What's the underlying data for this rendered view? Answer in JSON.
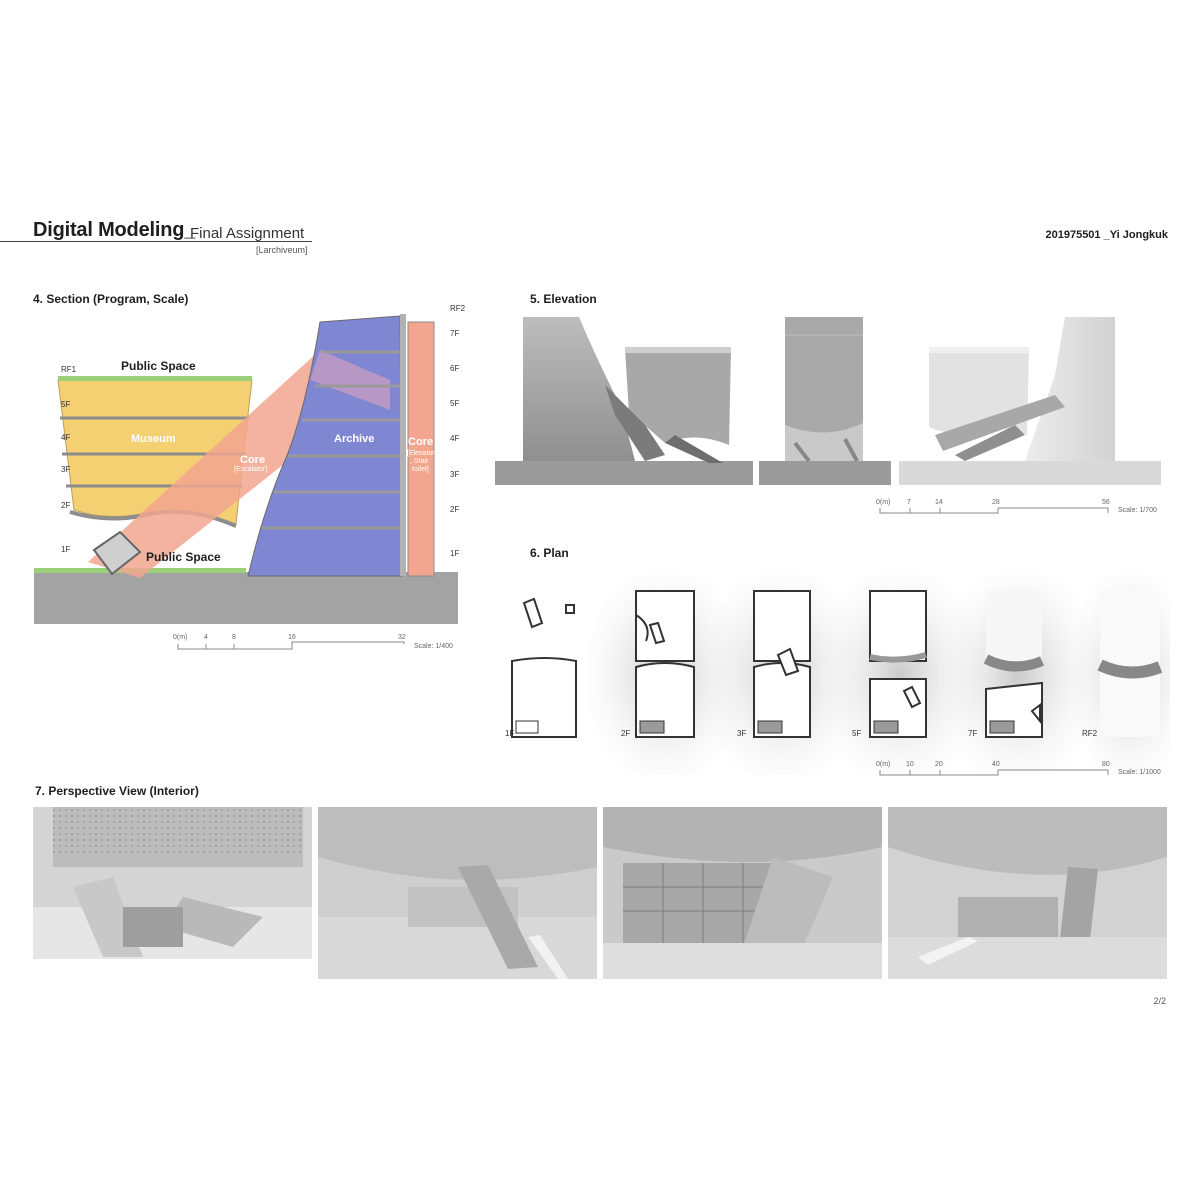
{
  "header": {
    "title": "Digital Modeling",
    "underscore": "_",
    "subtitle": "Final Assignment",
    "project": "[Larchiveum]",
    "author": "201975501 _Yi Jongkuk"
  },
  "section": {
    "heading": "4. Section (Program, Scale)",
    "labels": {
      "public_top": "Public Space",
      "museum": "Museum",
      "core_esc": "Core",
      "core_esc_sub": "[Escalator]",
      "archive": "Archive",
      "core_v": "Core",
      "core_v_sub1": "[Elevator",
      "core_v_sub2": ", Stair",
      "core_v_sub3": "toilet]",
      "public_bottom": "Public Space"
    },
    "left_levels": [
      "RF1",
      "5F",
      "4F",
      "3F",
      "2F",
      "1F"
    ],
    "right_levels": [
      "RF2",
      "7F",
      "6F",
      "5F",
      "4F",
      "3F",
      "2F",
      "1F"
    ],
    "scale_ticks": [
      "0(m)",
      "4",
      "8",
      "16",
      "32"
    ],
    "scale_label": "Scale: 1/400"
  },
  "elevation": {
    "heading": "5. Elevation",
    "scale_ticks": [
      "0(m)",
      "7",
      "14",
      "28",
      "56"
    ],
    "scale_label": "Scale: 1/700"
  },
  "plan": {
    "heading": "6. Plan",
    "floors": [
      "1F",
      "2F",
      "3F",
      "5F",
      "7F",
      "RF2"
    ],
    "scale_ticks": [
      "0(m)",
      "10",
      "20",
      "40",
      "80"
    ],
    "scale_label": "Scale: 1/1000"
  },
  "perspective": {
    "heading": "7. Perspective View (Interior)"
  },
  "page": "2/2",
  "colors": {
    "museum": "#f2cf6a",
    "archive": "#7f86d2",
    "core": "#f0a48e",
    "green": "#9ccf7a",
    "ground": "#a0a0a0"
  }
}
